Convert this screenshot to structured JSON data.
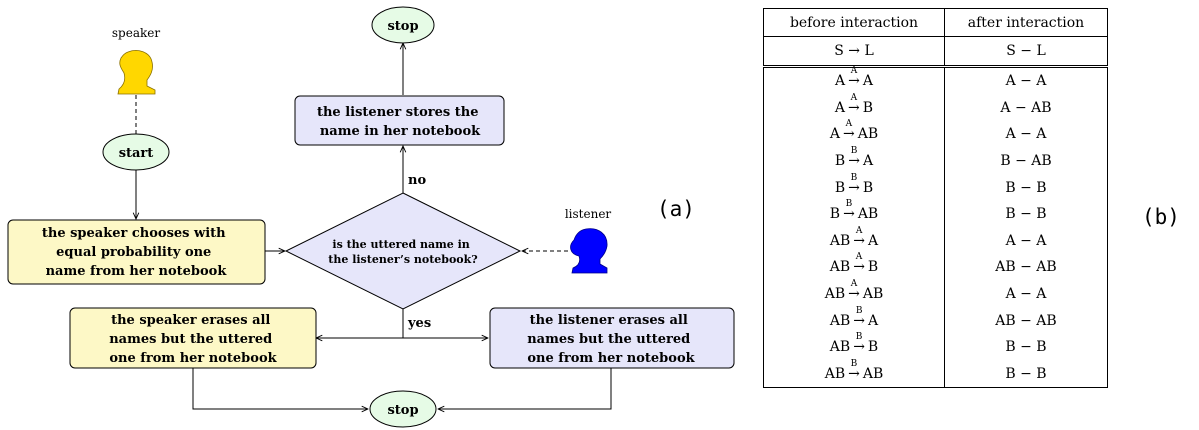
{
  "flowchart": {
    "speaker_label": "speaker",
    "listener_label": "listener",
    "start": "start",
    "stop_top": "stop",
    "stop_bottom": "stop",
    "choose_box": [
      "the speaker chooses with",
      "equal probability one",
      "name from her notebook"
    ],
    "decision": [
      "is the uttered name in",
      "the listener’s notebook?"
    ],
    "store_box": [
      "the listener stores the",
      "name in her notebook"
    ],
    "speaker_erase_box": [
      "the speaker erases all",
      "names but the uttered",
      "one from her notebook"
    ],
    "listener_erase_box": [
      "the listener erases all",
      "names but the uttered",
      "one from her notebook"
    ],
    "no_label": "no",
    "yes_label": "yes",
    "colors": {
      "start_stop": "#e6fbe6",
      "speaker_box": "#fdf8c6",
      "listener_box": "#e6e6fa",
      "decision": "#e6e6fa",
      "speaker_icon": "#ffd700",
      "listener_icon": "#0000ff"
    }
  },
  "panel_labels": {
    "a": "(a)",
    "b": "(b)"
  },
  "table": {
    "headers": [
      "before interaction",
      "after interaction"
    ],
    "symbol_row": {
      "before": {
        "left": "S",
        "right": "L"
      },
      "after": "S − L"
    },
    "rules": [
      {
        "from": "A",
        "word": "A",
        "to": "A",
        "after": "A − A"
      },
      {
        "from": "A",
        "word": "A",
        "to": "B",
        "after": "A − AB"
      },
      {
        "from": "A",
        "word": "A",
        "to": "AB",
        "after": "A − A"
      },
      {
        "from": "B",
        "word": "B",
        "to": "A",
        "after": "B − AB"
      },
      {
        "from": "B",
        "word": "B",
        "to": "B",
        "after": "B − B"
      },
      {
        "from": "B",
        "word": "B",
        "to": "AB",
        "after": "B − B"
      },
      {
        "from": "AB",
        "word": "A",
        "to": "A",
        "after": "A − A"
      },
      {
        "from": "AB",
        "word": "A",
        "to": "B",
        "after": "AB − AB"
      },
      {
        "from": "AB",
        "word": "A",
        "to": "AB",
        "after": "A − A"
      },
      {
        "from": "AB",
        "word": "B",
        "to": "A",
        "after": "AB − AB"
      },
      {
        "from": "AB",
        "word": "B",
        "to": "B",
        "after": "B − B"
      },
      {
        "from": "AB",
        "word": "B",
        "to": "AB",
        "after": "B − B"
      }
    ]
  }
}
